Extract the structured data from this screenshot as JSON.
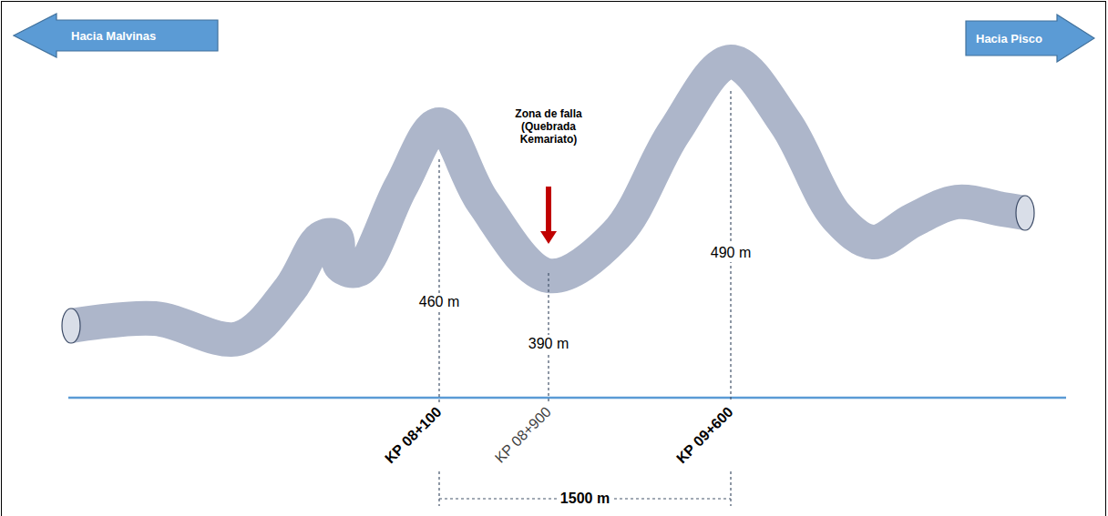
{
  "diagram": {
    "nodes": [
      {
        "text": [
          "Hacia Malvinas"
        ]
      },
      {
        "text": [
          "Hacia Pisco"
        ]
      }
    ],
    "labels": [
      "Zona de falla (Quebrada Kemariato)",
      "460 m",
      "390 m",
      "490 m",
      "KP 08+100",
      "KP 08+900",
      "KP 09+600",
      "1500 m"
    ]
  }
}
